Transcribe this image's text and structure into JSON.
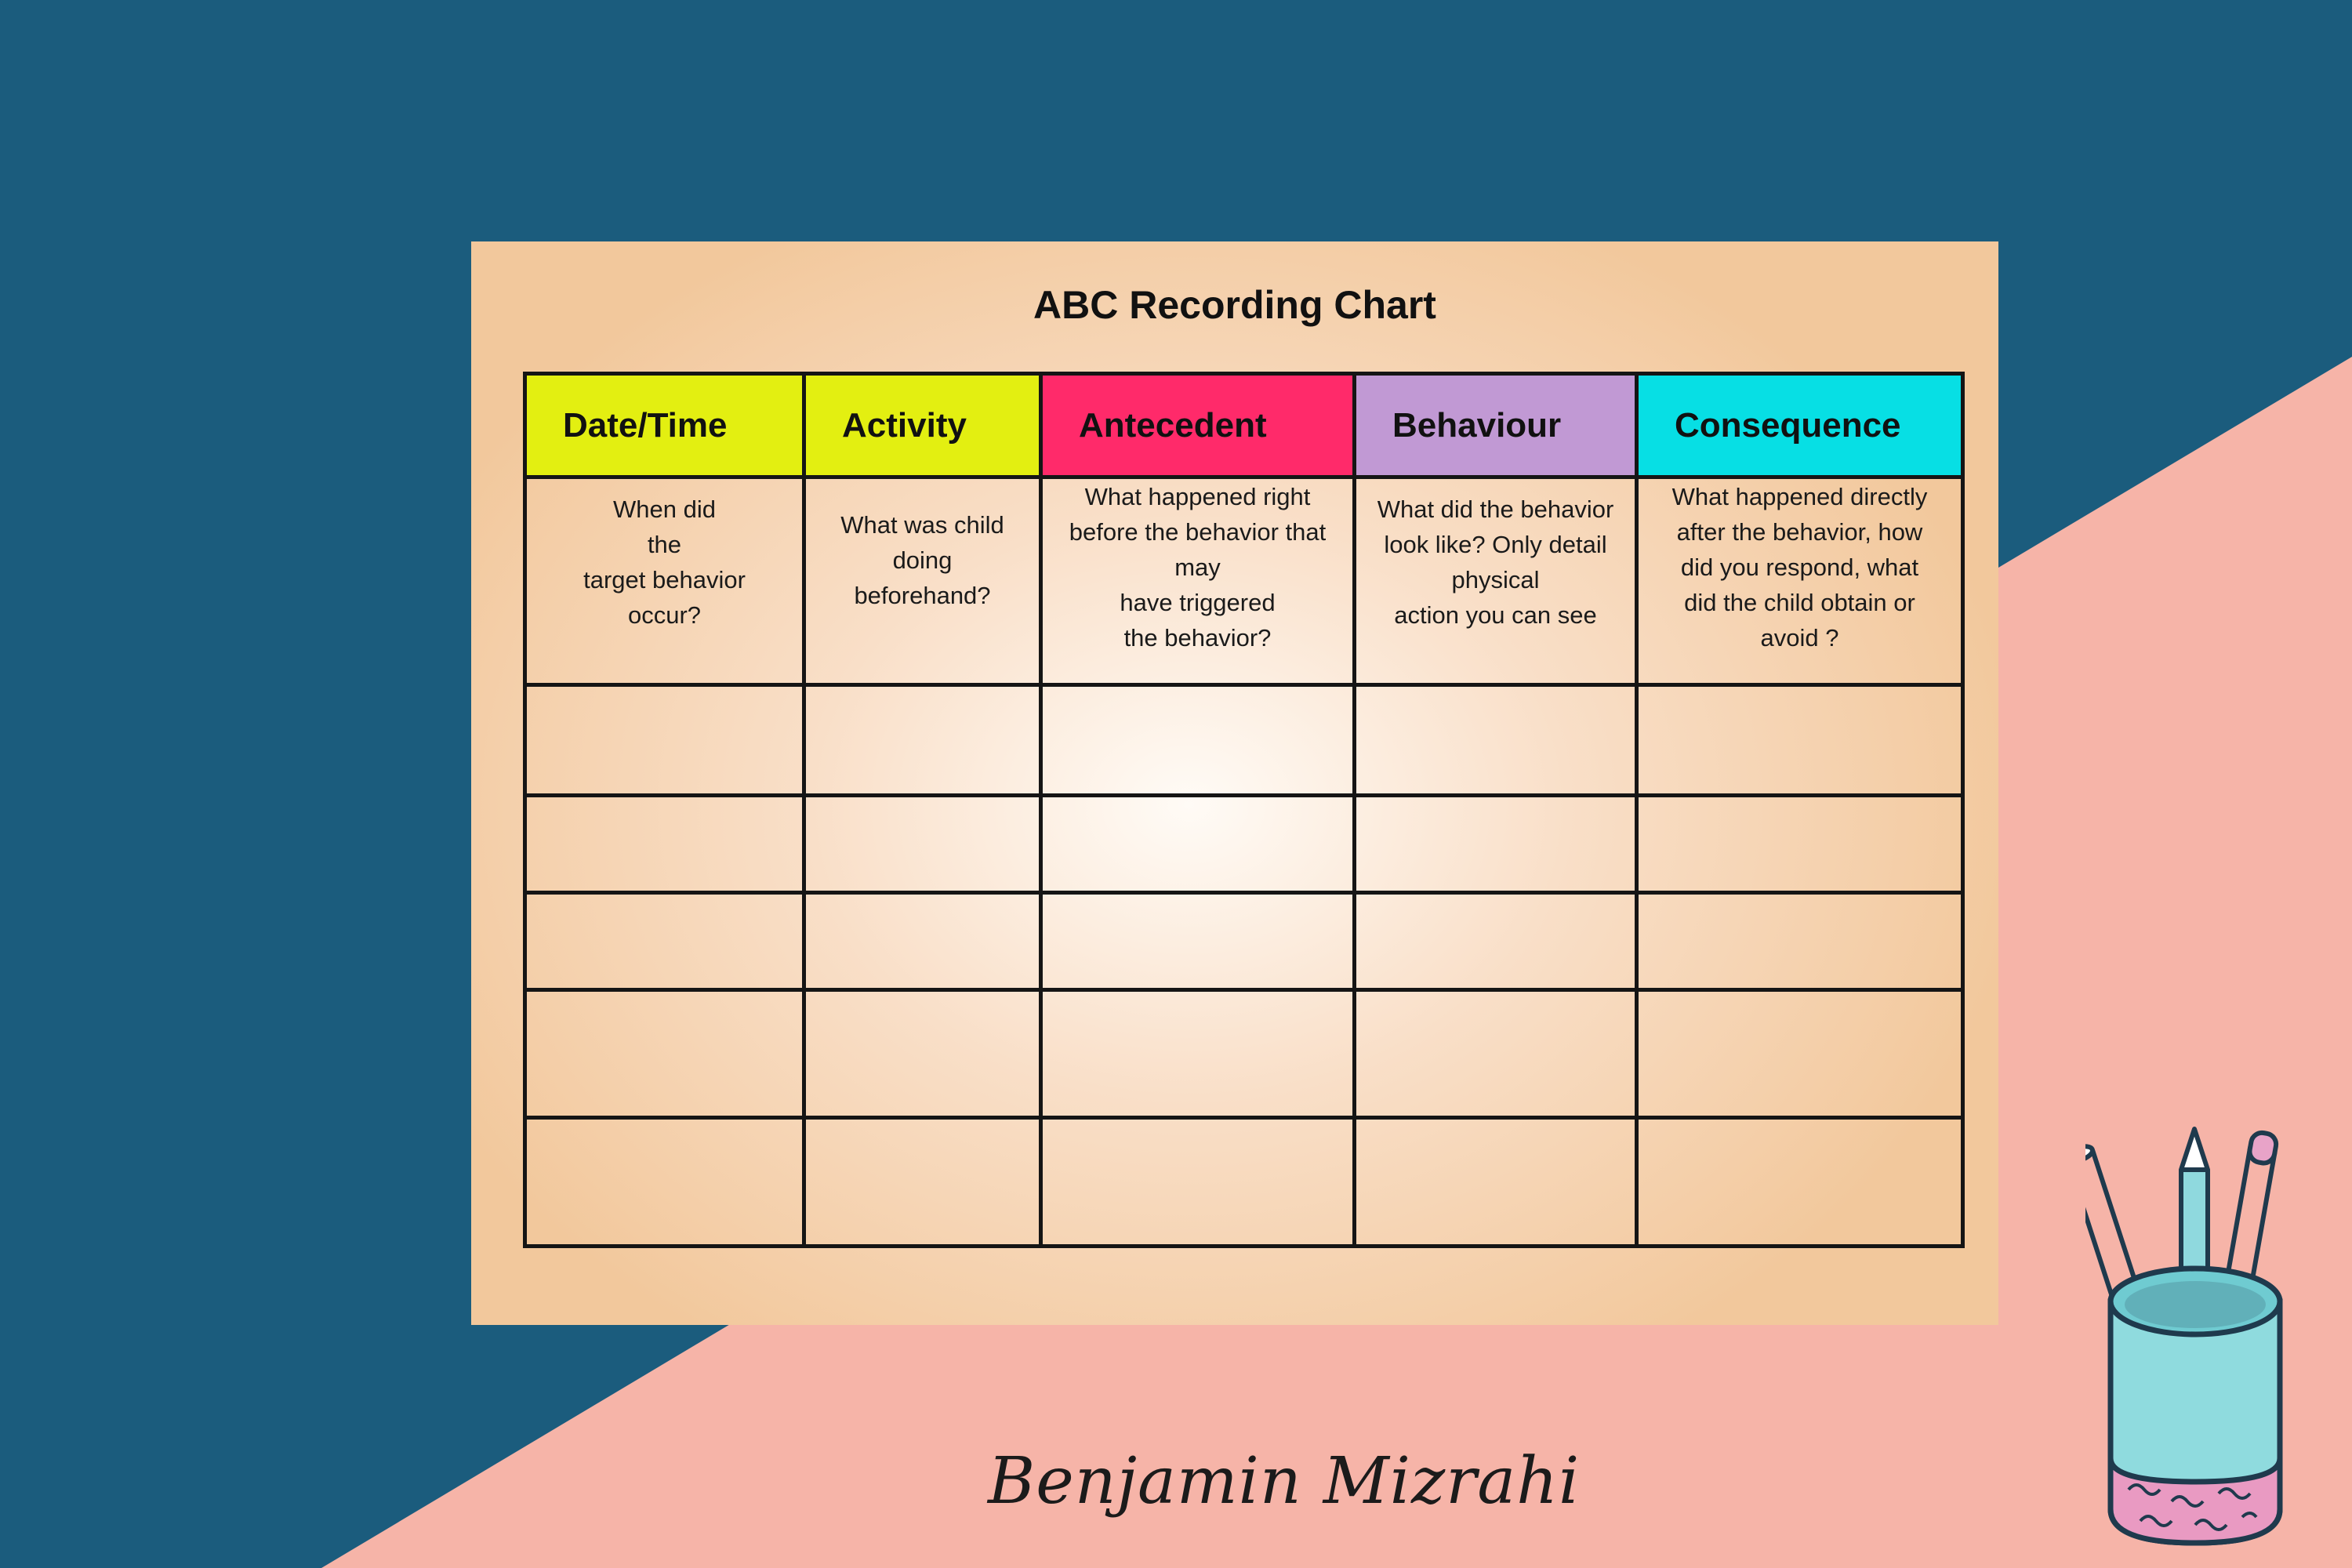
{
  "chart": {
    "title": "ABC Recording Chart",
    "columns": [
      {
        "header": "Date/Time",
        "description": [
          "When did",
          "the",
          "target behavior",
          "occur?"
        ],
        "color": "#e3ef11"
      },
      {
        "header": "Activity",
        "description": [
          "What was  child",
          "doing",
          "beforehand?"
        ],
        "color": "#e3ef11"
      },
      {
        "header": "Antecedent",
        "description": [
          "What happened  right",
          "before  the behavior that",
          "may",
          "have triggered",
          "the behavior?"
        ],
        "color": "#ff2a6a"
      },
      {
        "header": "Behaviour",
        "description": [
          "What did the behavior",
          "look like? Only detail",
          "physical",
          "action you can see"
        ],
        "color": "#c199d4"
      },
      {
        "header": "Consequence",
        "description": [
          "What happened directly",
          "after the behavior, how",
          "did you respond, what",
          "did the child  obtain or",
          "avoid ?"
        ],
        "color": "#07dfe4"
      }
    ],
    "blank_rows": [
      [
        "",
        "",
        "",
        "",
        ""
      ],
      [
        "",
        "",
        "",
        "",
        ""
      ],
      [
        "",
        "",
        "",
        "",
        ""
      ],
      [
        "",
        "",
        "",
        "",
        ""
      ],
      [
        "",
        "",
        "",
        "",
        ""
      ]
    ]
  },
  "signature": "Benjamin Mizrahi",
  "decor": {
    "cup_icon": "pencil-cup-icon",
    "background_dark": "#1b5c7d",
    "background_pink": "#f6b4a8"
  }
}
